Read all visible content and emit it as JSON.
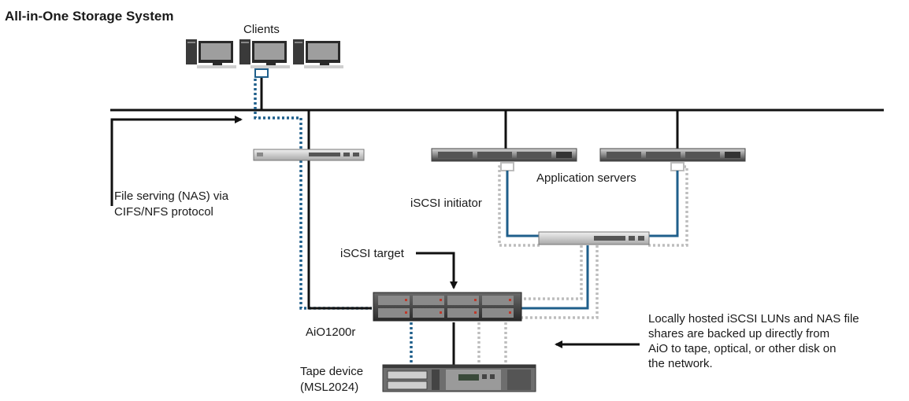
{
  "title": "All-in-One Storage System",
  "labels": {
    "clients": "Clients",
    "file_serving_line1": "File serving (NAS) via",
    "file_serving_line2": "CIFS/NFS protocol",
    "application_servers": "Application servers",
    "iscsi_initiator": "iSCSI initiator",
    "iscsi_target": "iSCSI target",
    "aio": "AiO1200r",
    "tape_line1": "Tape device",
    "tape_line2": "(MSL2024)",
    "backup_line1": "Locally hosted iSCSI LUNs and NAS file",
    "backup_line2": "shares are backed up directly from",
    "backup_line3": "AiO to tape, optical, or other disk on",
    "backup_line4": "the network."
  },
  "colors": {
    "line": "#111111",
    "blue": "#1f5f8b",
    "gray": "#bdbdbd",
    "device_dark": "#3a3a3a",
    "device_light": "#9a9a9a"
  },
  "icons": {
    "client": "desktop-computer-icon",
    "switch": "network-switch-icon",
    "server": "rack-server-icon",
    "storage": "storage-array-icon",
    "tape": "tape-library-icon"
  }
}
